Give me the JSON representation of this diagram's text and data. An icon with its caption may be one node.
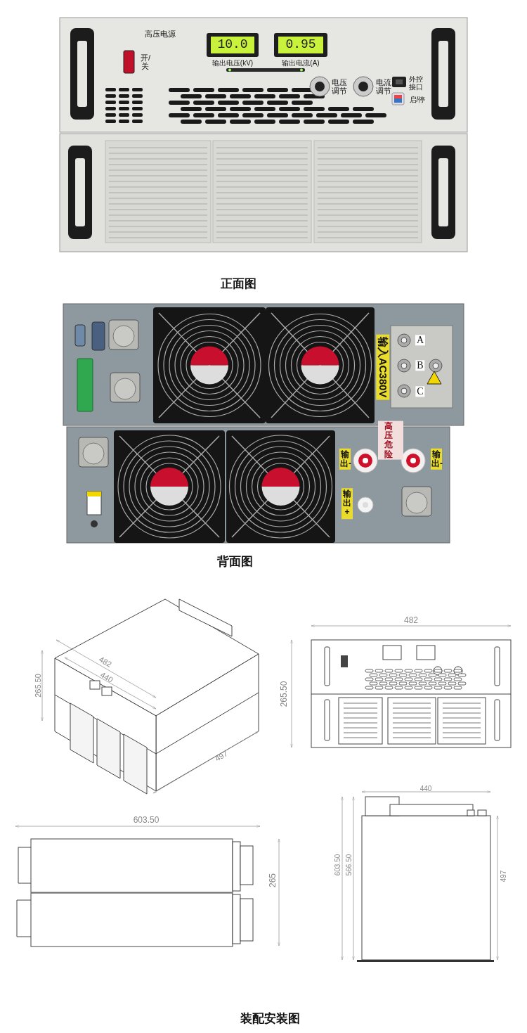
{
  "diagram": {
    "labels": [
      "高压电源",
      "10.0",
      "0.95",
      "输出电压(kV)",
      "输出电流(A)",
      "开/关",
      "电压调节",
      "电流调节",
      "外控接口",
      "启/停",
      "正面图",
      "A",
      "B",
      "C",
      "输入AC380V",
      "高压危险",
      "输出-",
      "输出-",
      "输出+",
      "背面图",
      "482",
      "440",
      "265.50",
      "497",
      "482",
      "265.50",
      "603.50",
      "265",
      "440",
      "603.50",
      "566.50",
      "497",
      "装配安装图"
    ]
  }
}
